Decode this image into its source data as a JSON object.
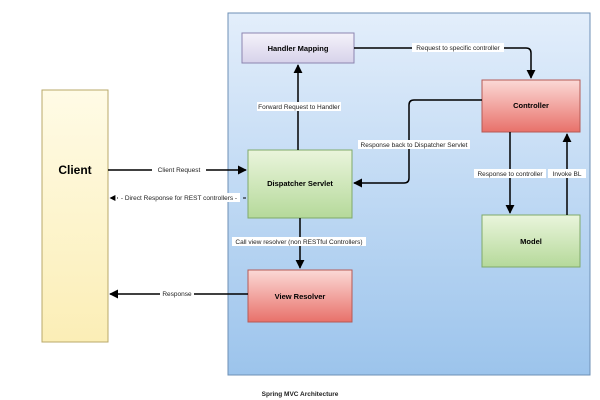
{
  "nodes": {
    "client": "Client",
    "handler_mapping": "Handler Mapping",
    "controller": "Controller",
    "dispatcher_servlet": "Dispatcher Servlet",
    "model": "Model",
    "view_resolver": "View Resolver"
  },
  "edges": {
    "client_request": "Client Request",
    "direct_response": "- Direct Response for REST controllers -",
    "response": "Response",
    "forward_request": "Forward Request to Handler",
    "request_to_controller": "Request to specific controller",
    "response_back": "Response back to Dispatcher Servlet",
    "response_to_controller": "Response to controller",
    "invoke_bl": "Invoke BL",
    "call_view_resolver": "Call view resolver (non RESTful Controllers)"
  },
  "caption": "Spring MVC Architecture",
  "colors": {
    "container_top": "#e3eefb",
    "container_bottom": "#9cc4ec",
    "client_fill": "#fdf5cf",
    "handler_fill": "#e6e3f2",
    "controller_fill": "#ef8b84",
    "green_fill": "#cfe6b6",
    "view_fill": "#ef8b84"
  }
}
